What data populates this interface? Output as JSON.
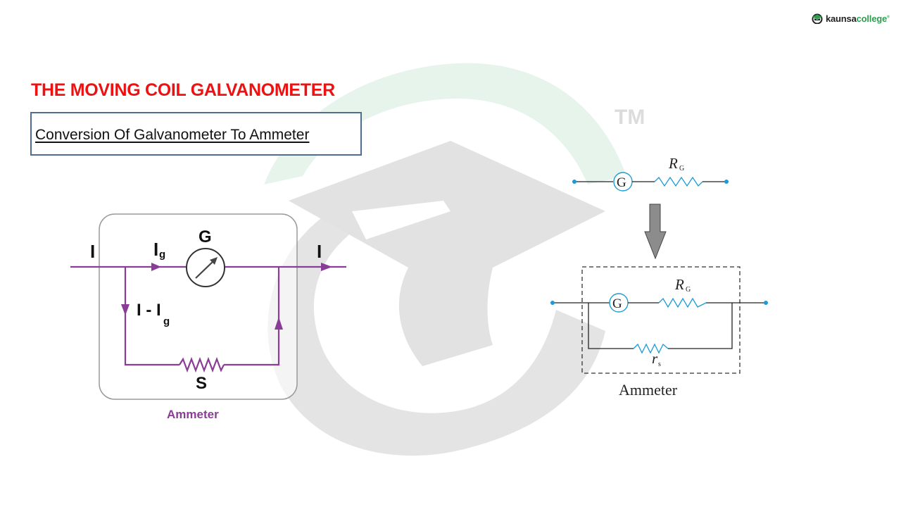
{
  "logo": {
    "icon": "graduation-cap-icon",
    "brand_part1": "kaunsa",
    "brand_part2": "college",
    "trademark": "®"
  },
  "watermark": {
    "trademark_text": "TM",
    "icon": "graduation-cap-watermark"
  },
  "title": "THE MOVING COIL GALVANOMETER",
  "subtitle": "Conversion Of Galvanometer To Ammeter",
  "colors": {
    "title": "#ee1111",
    "subtitle_border": "#4f6d8f",
    "circuit_purple": "#8a3d96",
    "component_blue": "#1a9bd7",
    "wire_black": "#222222",
    "arrow_gray": "#8c8c8c",
    "logo_green": "#2e9e4f"
  },
  "left_diagram": {
    "input_current_label": "I",
    "galvanometer_current_label": "I",
    "galvanometer_current_sub": "g",
    "galvanometer_label": "G",
    "output_current_label": "I",
    "shunt_current_label": "I - I",
    "shunt_current_sub": "g",
    "shunt_label": "S",
    "caption": "Ammeter"
  },
  "right_diagram": {
    "top": {
      "galvanometer_label": "G",
      "resistor_label": "R",
      "resistor_sub": "G"
    },
    "bottom": {
      "galvanometer_label": "G",
      "resistor_label": "R",
      "resistor_sub": "G",
      "shunt_label": "r",
      "shunt_sub": "s",
      "caption": "Ammeter"
    }
  }
}
